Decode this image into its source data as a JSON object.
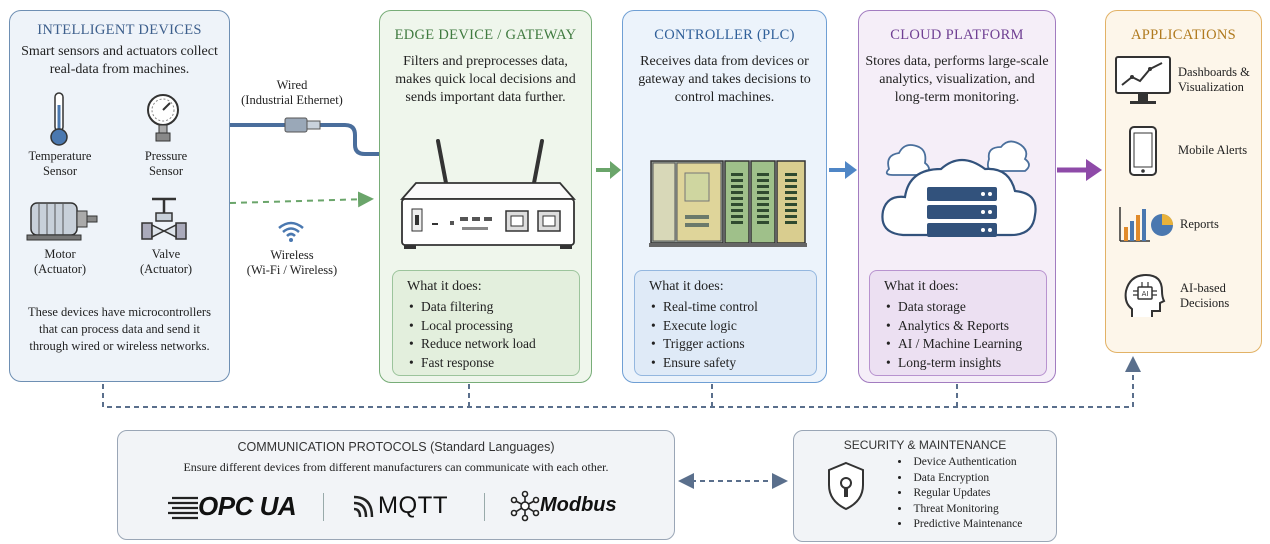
{
  "intelligent_devices": {
    "title": "INTELLIGENT DEVICES",
    "description": "Smart sensors and actuators collect real-data from machines.",
    "devices": [
      {
        "label_line1": "Temperature",
        "label_line2": "Sensor",
        "icon": "thermometer-icon"
      },
      {
        "label_line1": "Pressure",
        "label_line2": "Sensor",
        "icon": "pressure-gauge-icon"
      },
      {
        "label_line1": "Motor",
        "label_line2": "(Actuator)",
        "icon": "motor-icon"
      },
      {
        "label_line1": "Valve",
        "label_line2": "(Actuator)",
        "icon": "valve-icon"
      }
    ],
    "footer": "These devices have microcontrollers that can process data and send it through wired or wireless networks."
  },
  "links": {
    "wired_line1": "Wired",
    "wired_line2": "(Industrial Ethernet)",
    "wireless_line1": "Wireless",
    "wireless_line2": "(Wi-Fi / Wireless)"
  },
  "edge": {
    "title": "EDGE DEVICE / GATEWAY",
    "description": "Filters and preprocesses data, makes quick local decisions and sends important data further.",
    "what_title": "What it does:",
    "items": [
      "Data filtering",
      "Local processing",
      "Reduce network load",
      "Fast response"
    ]
  },
  "plc": {
    "title": "CONTROLLER (PLC)",
    "description": "Receives data from devices or gateway and takes decisions to control machines.",
    "what_title": "What it does:",
    "items": [
      "Real-time control",
      "Execute logic",
      "Trigger actions",
      "Ensure safety"
    ]
  },
  "cloud": {
    "title": "CLOUD PLATFORM",
    "description": "Stores data, performs large-scale analytics, visualization, and long-term monitoring.",
    "what_title": "What it does:",
    "items": [
      "Data storage",
      "Analytics & Reports",
      "AI / Machine Learning",
      "Long-term insights"
    ]
  },
  "applications": {
    "title": "APPLICATIONS",
    "items": [
      {
        "label": "Dashboards & Visualization",
        "icon": "dashboard-monitor-icon"
      },
      {
        "label": "Mobile Alerts",
        "icon": "smartphone-icon"
      },
      {
        "label": "Reports",
        "icon": "report-chart-icon"
      },
      {
        "label": "AI-based Decisions",
        "icon": "ai-head-icon"
      }
    ]
  },
  "protocols": {
    "title": "COMMUNICATION PROTOCOLS (Standard Languages)",
    "subtitle": "Ensure different devices from different manufacturers can communicate with each other.",
    "logos": [
      "OPC UA",
      "MQTT",
      "Modbus"
    ]
  },
  "security": {
    "title": "SECURITY & MAINTENANCE",
    "items": [
      "Device Authentication",
      "Data Encryption",
      "Regular Updates",
      "Threat Monitoring",
      "Predictive Maintenance"
    ]
  },
  "colors": {
    "devices": "#4f7fae",
    "edge": "#6aa56a",
    "plc": "#4f86c6",
    "cloud": "#9a6bb5",
    "applications": "#e0a040",
    "bottom": "#7c8ea8"
  }
}
